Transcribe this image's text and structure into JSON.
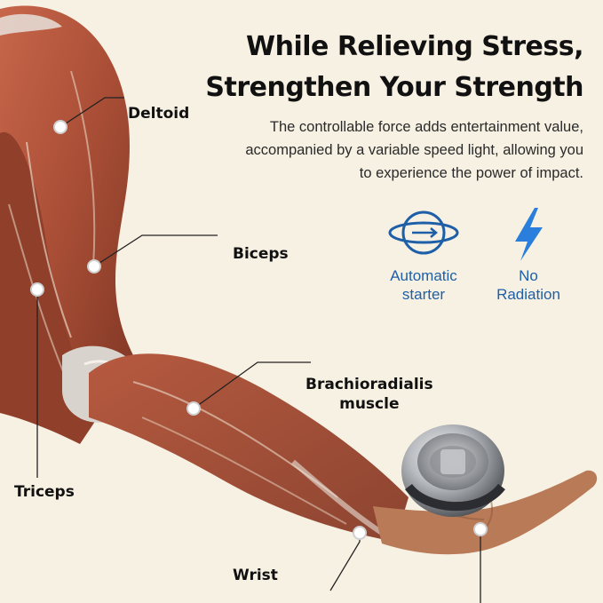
{
  "headline": {
    "line1": "While Relieving Stress,",
    "line2": "Strengthen Your Strength"
  },
  "description": {
    "line1": "The controllable force adds entertainment value,",
    "line2": "accompanied by a variable speed light, allowing you",
    "line3": "to experience the power of impact."
  },
  "features": [
    {
      "icon": "rotating-sphere-icon",
      "line1": "Automatic",
      "line2": "starter"
    },
    {
      "icon": "lightning-bolt-icon",
      "line1": "No",
      "line2": "Radiation"
    }
  ],
  "muscles": {
    "deltoid": "Deltoid",
    "biceps": "Biceps",
    "brachio_line1": "Brachioradialis",
    "brachio_line2": "muscle",
    "triceps": "Triceps",
    "wrist": "Wrist"
  },
  "colors": {
    "background": "#f7f1e3",
    "icon_blue": "#1e5fa8",
    "muscle": "#a8523a",
    "skin": "#b97a58",
    "text": "#111111"
  }
}
